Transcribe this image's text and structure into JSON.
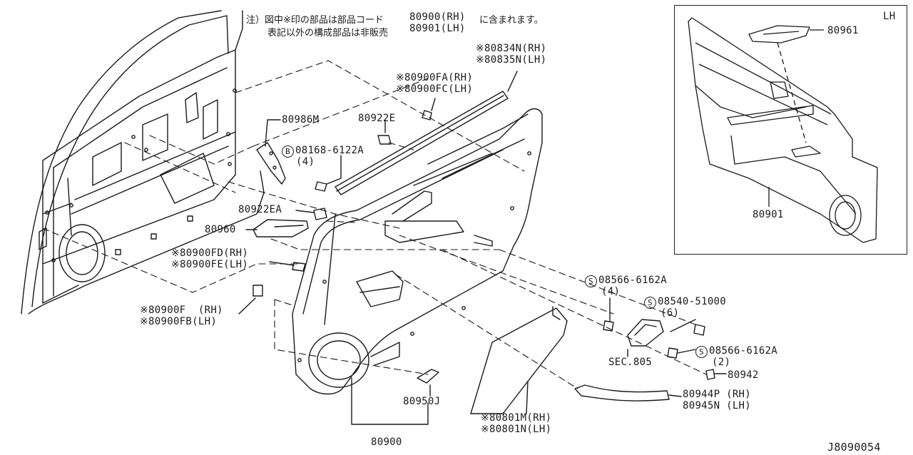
{
  "notes": {
    "line1_pre": "注）図中※印の部品は部品コード",
    "codes_rh": "80900(RH)",
    "codes_lh": "80901(LH)",
    "line1_post": "に含まれます。",
    "line2": "表記以外の構成部品は非販売"
  },
  "inset": {
    "side_label": "LH",
    "part_top": "80961",
    "part_bottom": "80901"
  },
  "labels": {
    "p80834n": "※80834N(RH)",
    "p80835n": "※80835N(LH)",
    "p80900fa": "※80900FA(RH)",
    "p80900fc": "※80900FC(LH)",
    "p80922e": "80922E",
    "p80986m": "80986M",
    "bolt_08168_prefix": "B",
    "bolt_08168": "08168-6122A",
    "bolt_08168_qty": "(4)",
    "p80922ea": "80922EA",
    "p80960": "80960",
    "p80900fd": "※80900FD(RH)",
    "p80900fe": "※80900FE(LH)",
    "p80900f": "※80900F  (RH)",
    "p80900fb": "※80900FB(LH)",
    "screw_a_prefix": "S",
    "screw_a": "08566-6162A",
    "screw_a_qty": "(4)",
    "screw_b_prefix": "S",
    "screw_b": "08540-51000",
    "screw_b_qty": "(6)",
    "screw_c_prefix": "S",
    "screw_c": "08566-6162A",
    "screw_c_qty": "(2)",
    "sec805": "SEC.805",
    "p80942": "80942",
    "p80944p": "80944P (RH)",
    "p80945n": "80945N (LH)",
    "p80950j": "80950J",
    "p80801m": "※80801M(RH)",
    "p80801n": "※80801N(LH)",
    "p80900": "80900"
  },
  "diagram_code": "J8090054"
}
